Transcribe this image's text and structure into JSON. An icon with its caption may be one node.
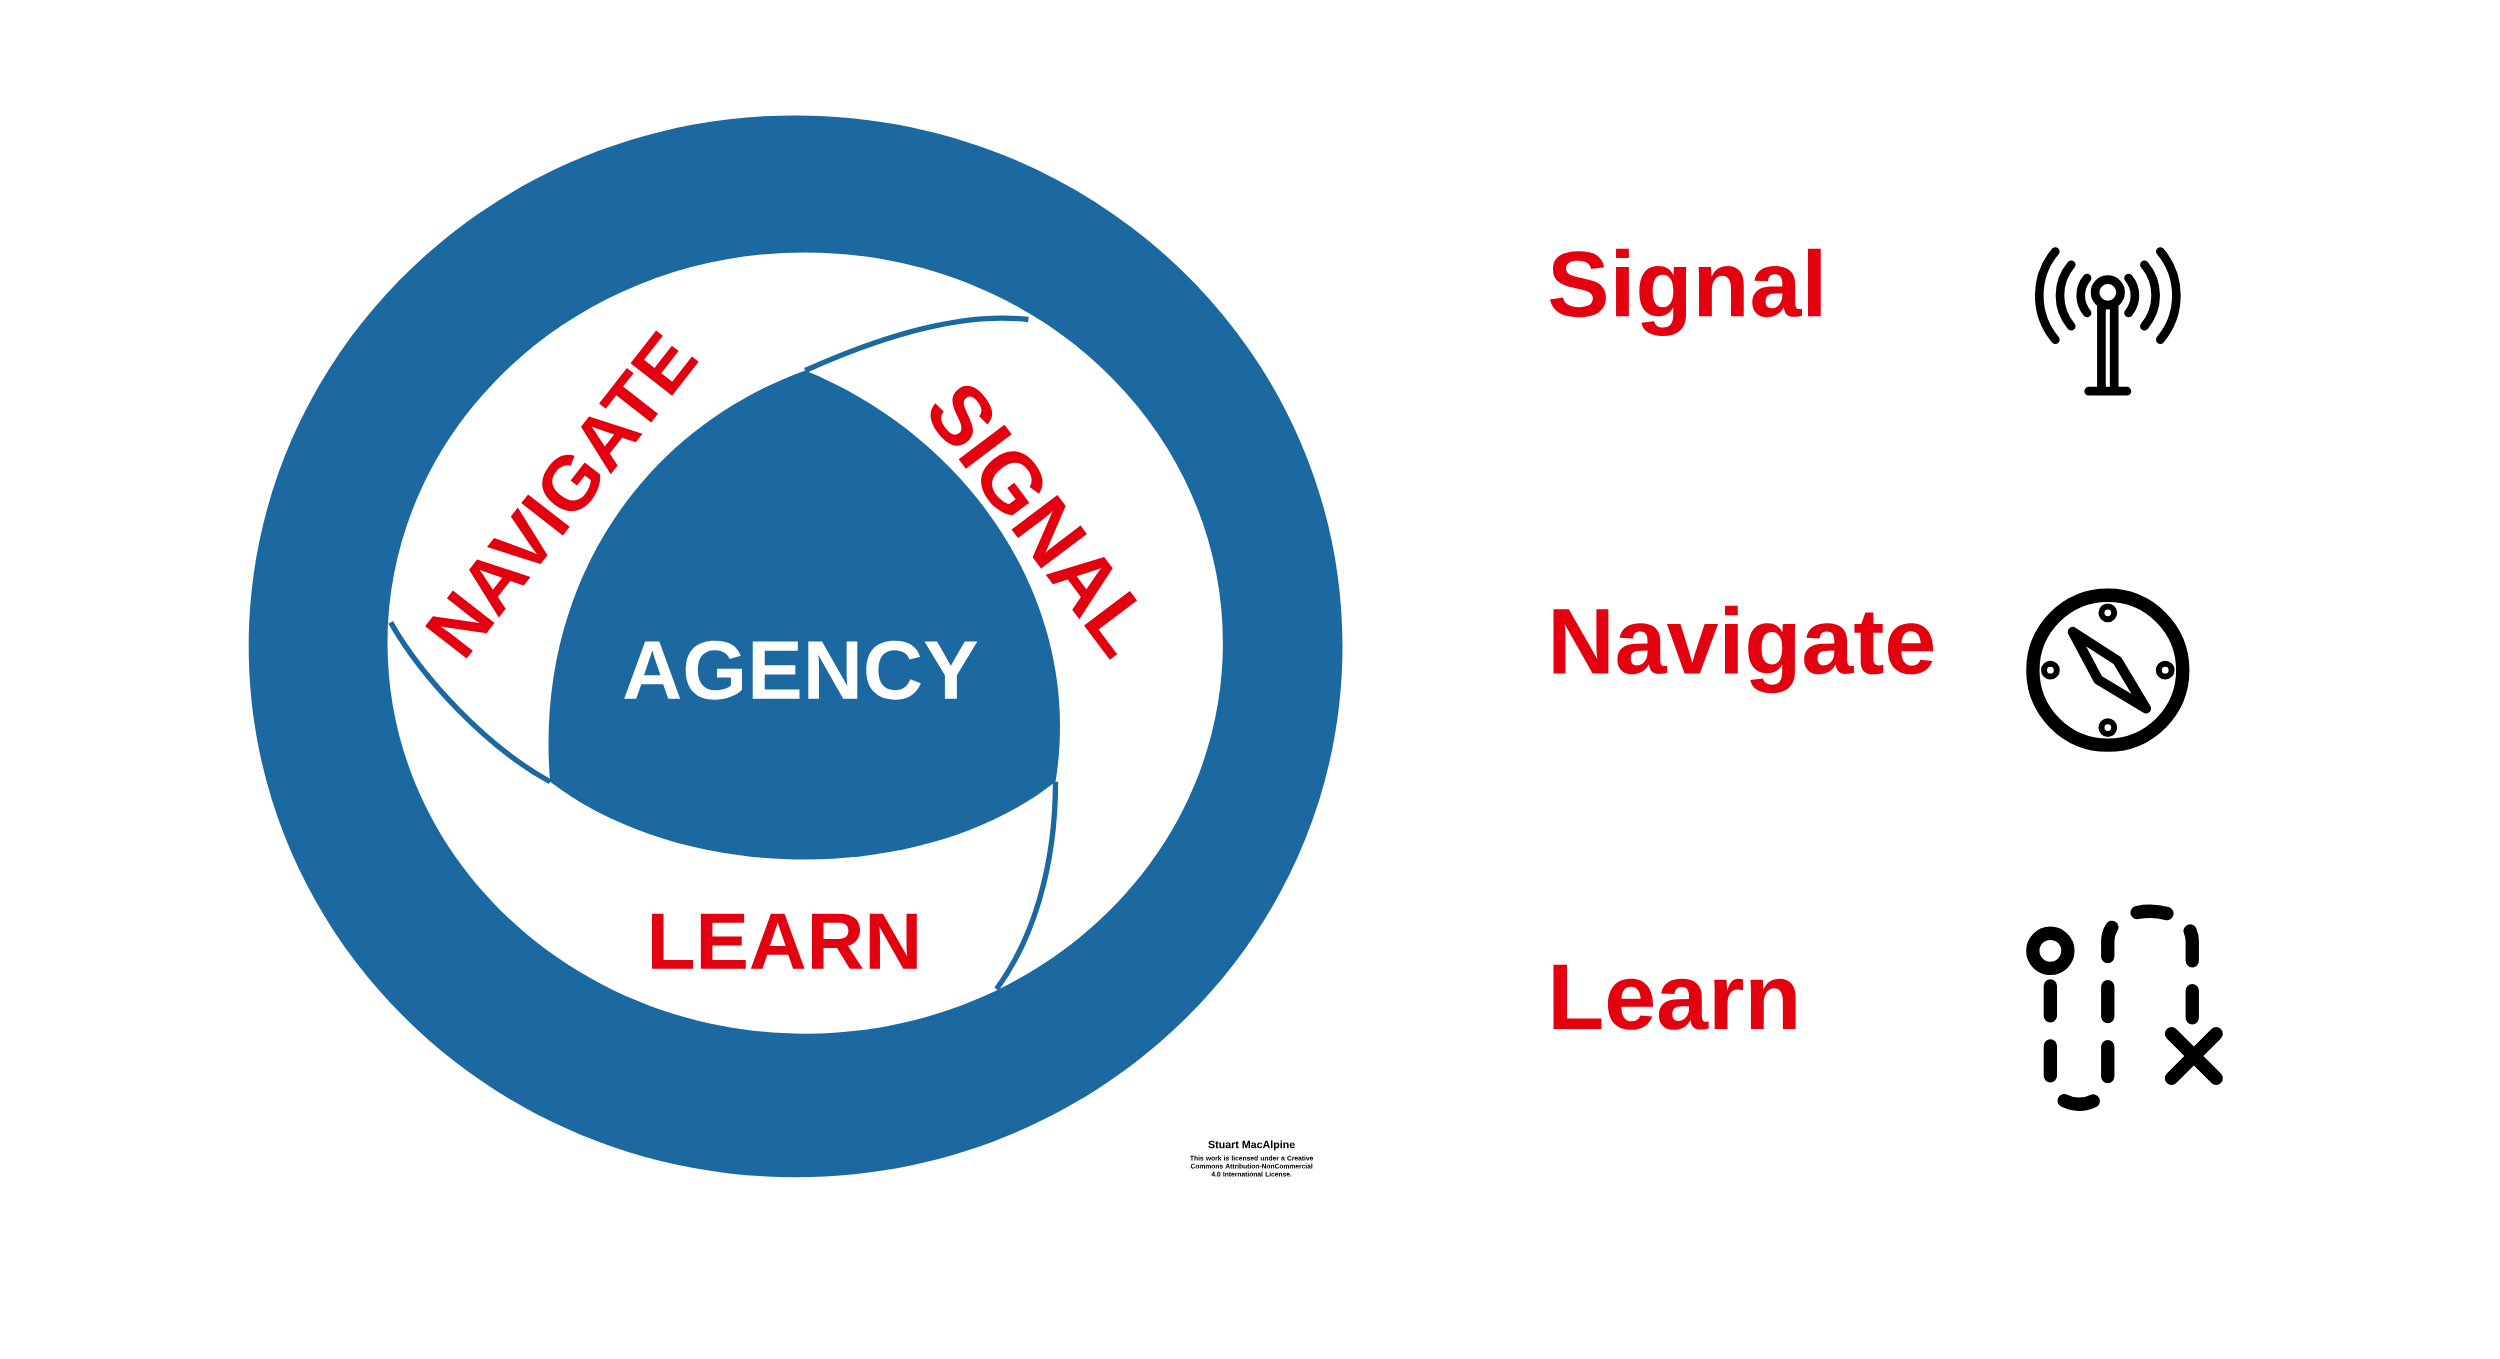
{
  "diagram": {
    "nodes": [
      {
        "text": [
          "AGENCY"
        ]
      }
    ],
    "labels": [
      "NAVIGATE",
      "SIGNAL",
      "Signal",
      "Navigate",
      "LEARN",
      "Learn",
      "Stuart MacAlpine",
      "This work is licensed under a Creative Commons Attribution-NonCommercial 4.0 International License."
    ]
  }
}
